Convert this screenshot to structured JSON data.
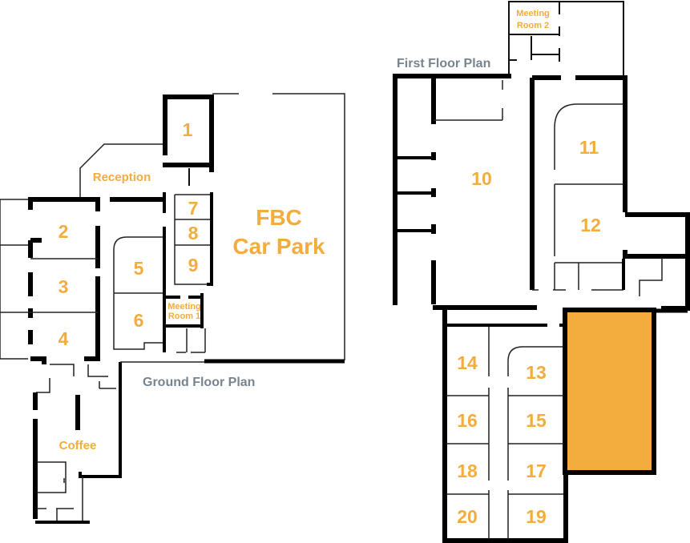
{
  "ground_floor": {
    "title": "Ground Floor Plan",
    "rooms": {
      "r1": "1",
      "reception": "Reception",
      "r2": "2",
      "r3": "3",
      "r4": "4",
      "r5": "5",
      "r6": "6",
      "r7": "7",
      "r8": "8",
      "r9": "9",
      "meeting1_line1": "Meeting",
      "meeting1_line2": "Room 1",
      "coffee": "Coffee",
      "car_park_line1": "FBC",
      "car_park_line2": "Car Park"
    }
  },
  "first_floor": {
    "title": "First Floor Plan",
    "rooms": {
      "meeting2_line1": "Meeting",
      "meeting2_line2": "Room 2",
      "r10": "10",
      "r11": "11",
      "r12": "12",
      "r13": "13",
      "r14": "14",
      "r15": "15",
      "r16": "16",
      "r17": "17",
      "r18": "18",
      "r19": "19",
      "r20": "20"
    },
    "highlighted_area": {
      "color": "#F3AC3E"
    }
  },
  "colors": {
    "label": "#F3AC3E",
    "title": "#76848F",
    "wall": "#000000"
  }
}
